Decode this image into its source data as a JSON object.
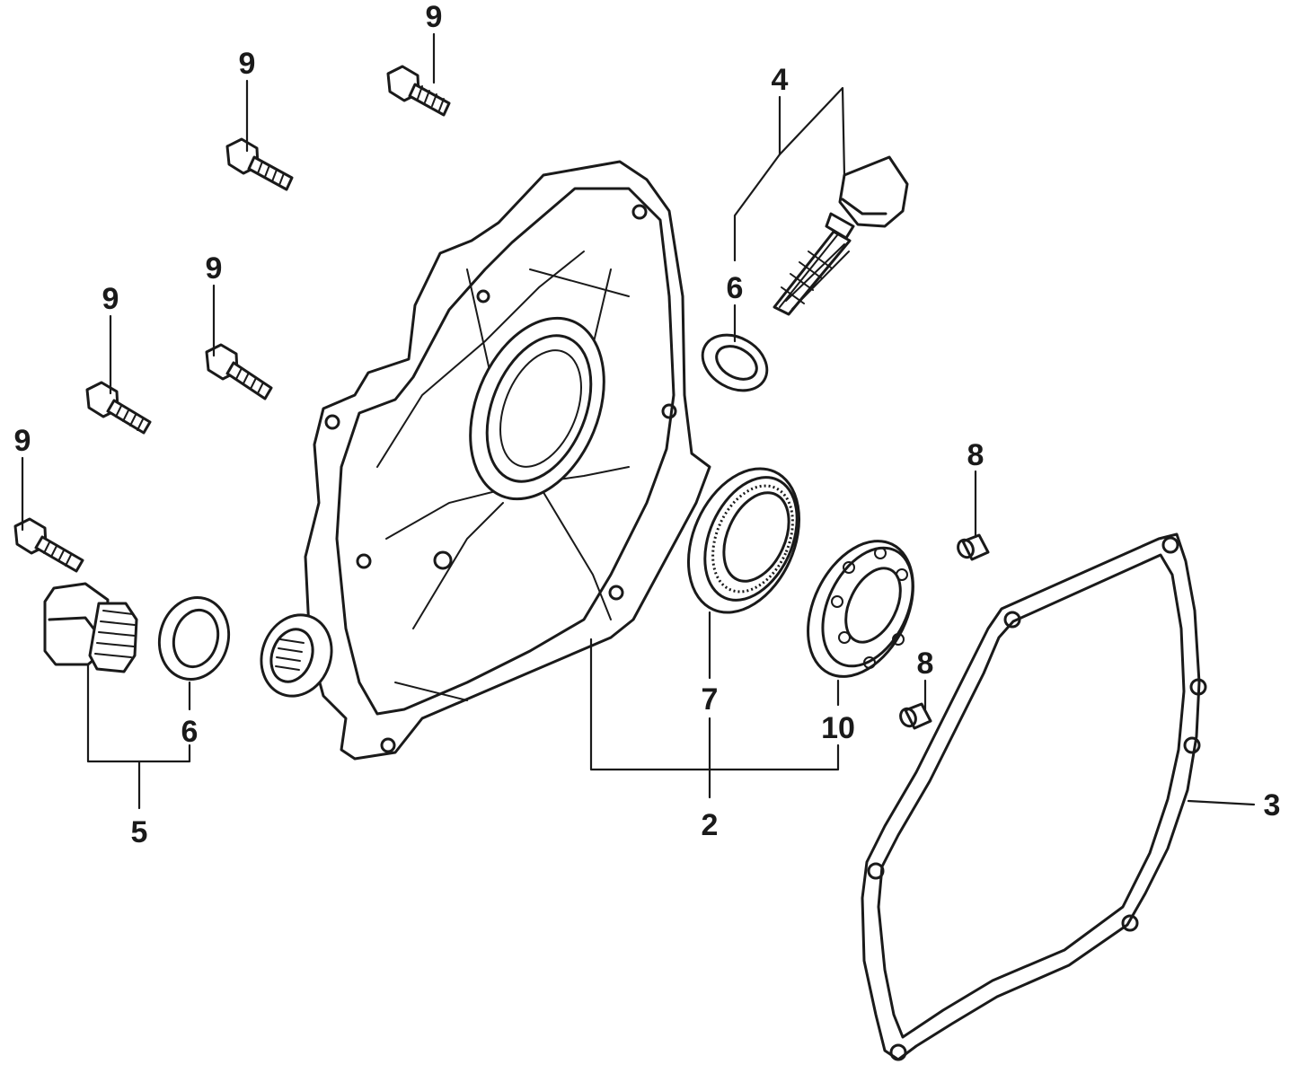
{
  "callouts": {
    "c2": "2",
    "c3": "3",
    "c4": "4",
    "c5": "5",
    "c6_oil_seal": "6",
    "c6_drain": "6",
    "c7": "7",
    "c8_top": "8",
    "c8_bottom": "8",
    "c9_a": "9",
    "c9_b": "9",
    "c9_c": "9",
    "c9_d": "9",
    "c9_e": "9",
    "c10": "10"
  },
  "colors": {
    "line": "#1a1a1a",
    "background": "#ffffff"
  }
}
